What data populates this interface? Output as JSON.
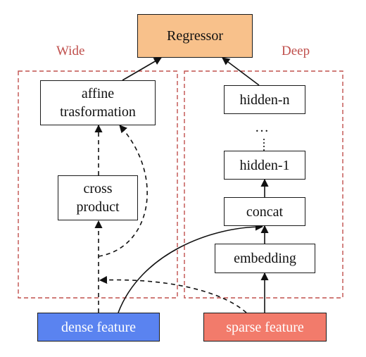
{
  "groups": {
    "wide_label": "Wide",
    "deep_label": "Deep"
  },
  "nodes": {
    "regressor": "Regressor",
    "affine_line1": "affine",
    "affine_line2": "trasformation",
    "cross_line1": "cross",
    "cross_line2": "product",
    "hidden_n": "hidden-n",
    "ellipsis": "…",
    "hidden_1": "hidden-1",
    "concat": "concat",
    "embedding": "embedding",
    "dense_feature": "dense feature",
    "sparse_feature": "sparse feature"
  },
  "colors": {
    "regressor_fill": "#f8c18b",
    "dense_fill": "#5a83f0",
    "sparse_fill": "#f27b6b",
    "group_border": "#c0504d",
    "feature_text": "#ffffff"
  }
}
